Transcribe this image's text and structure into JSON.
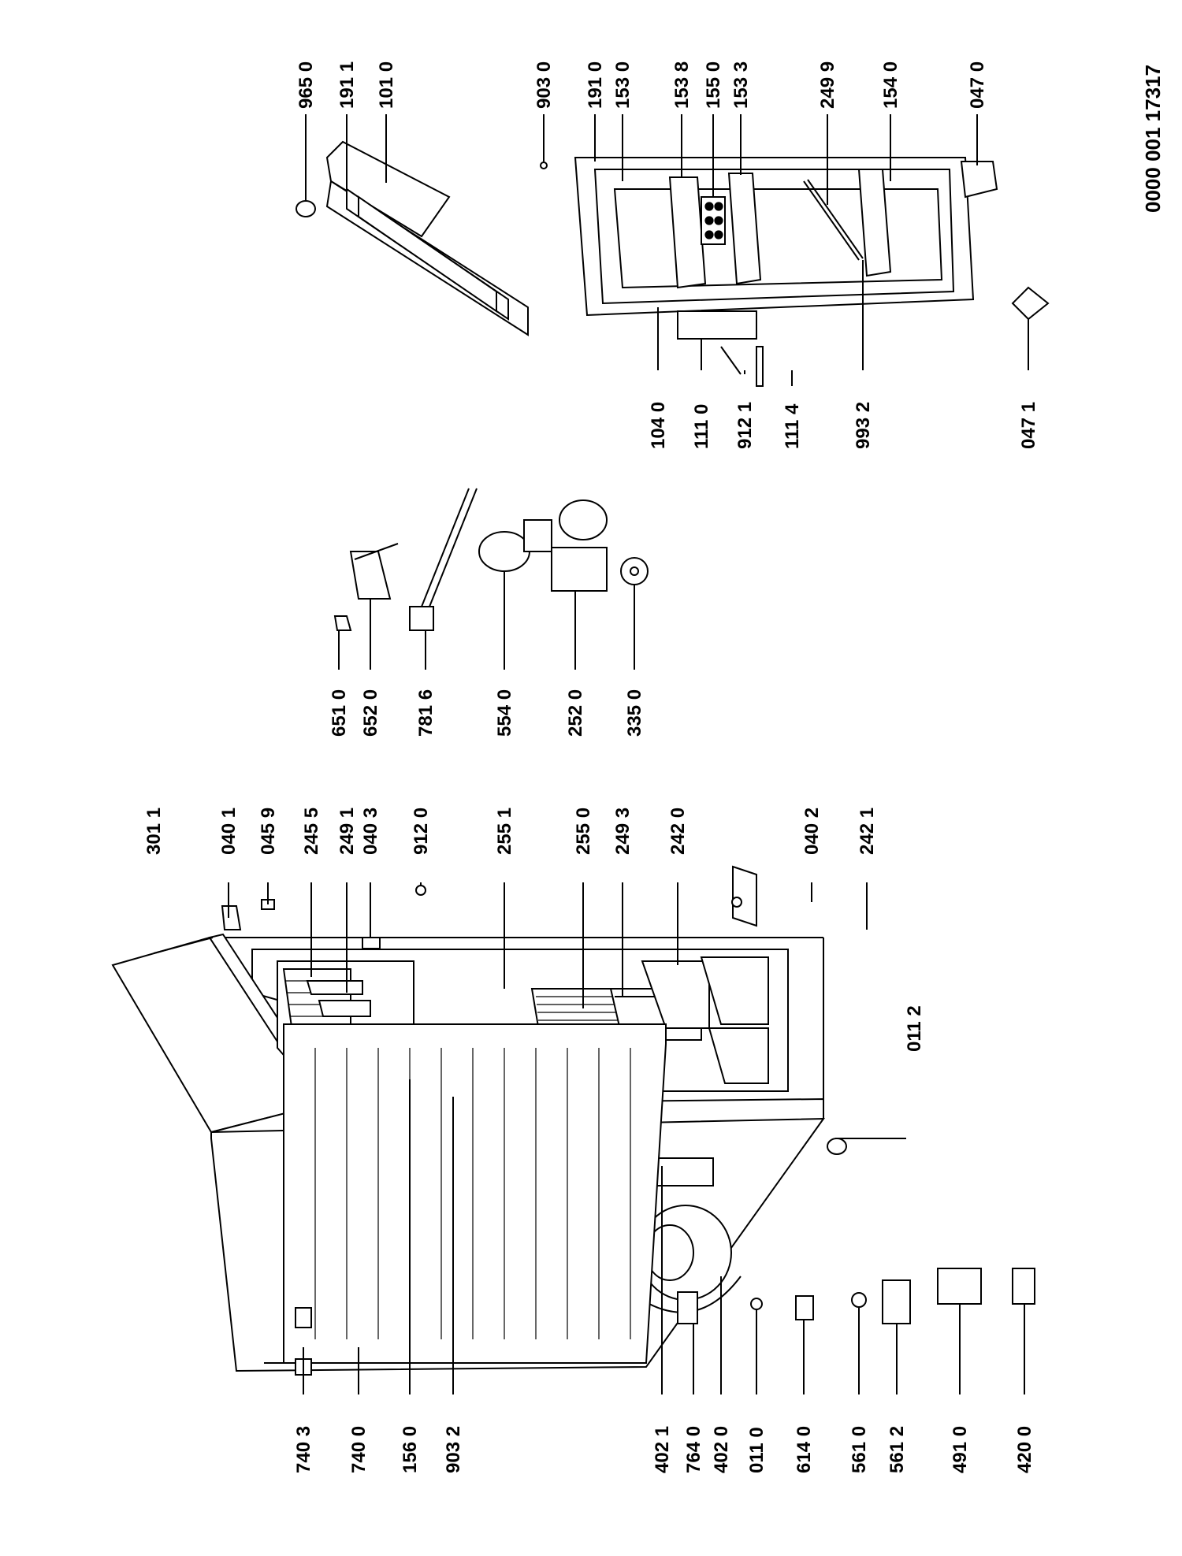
{
  "document": {
    "code": "0000  001 17317"
  },
  "labels": {
    "l7403": "740 3",
    "l7400": "740 0",
    "l1560": "156 0",
    "l9032a": "903 2",
    "l4021": "402 1",
    "l7640": "764 0",
    "l4020": "402 0",
    "l0110": "011 0",
    "l6140": "614 0",
    "l5610": "561 0",
    "l5612": "561 2",
    "l4910": "491 0",
    "l4200": "420 0",
    "l3011": "301 1",
    "l0401": "040 1",
    "l0459": "045 9",
    "l2455": "245 5",
    "l2491": "249 1",
    "l0403": "040 3",
    "l9120": "912 0",
    "l2551": "255 1",
    "l2550": "255 0",
    "l2493": "249 3",
    "l2420": "242 0",
    "l0402": "040 2",
    "l2421": "242 1",
    "l0112": "011 2",
    "l6510": "651 0",
    "l6520": "652 0",
    "l7816": "781 6",
    "l5540": "554 0",
    "l2520": "252 0",
    "l3350": "335 0",
    "l9650": "965 0",
    "l1911": "191 1",
    "l1010": "101 0",
    "l9030": "903 0",
    "l1910": "191 0",
    "l1530": "153 0",
    "l1538": "153 8",
    "l1550": "155 0",
    "l1533": "153 3",
    "l2499": "249 9",
    "l1540": "154 0",
    "l0470": "047 0",
    "l1040": "104 0",
    "l1110": "111 0",
    "l9121": "912 1",
    "l1114": "111 4",
    "l9932": "993 2",
    "l0471": "047 1"
  }
}
